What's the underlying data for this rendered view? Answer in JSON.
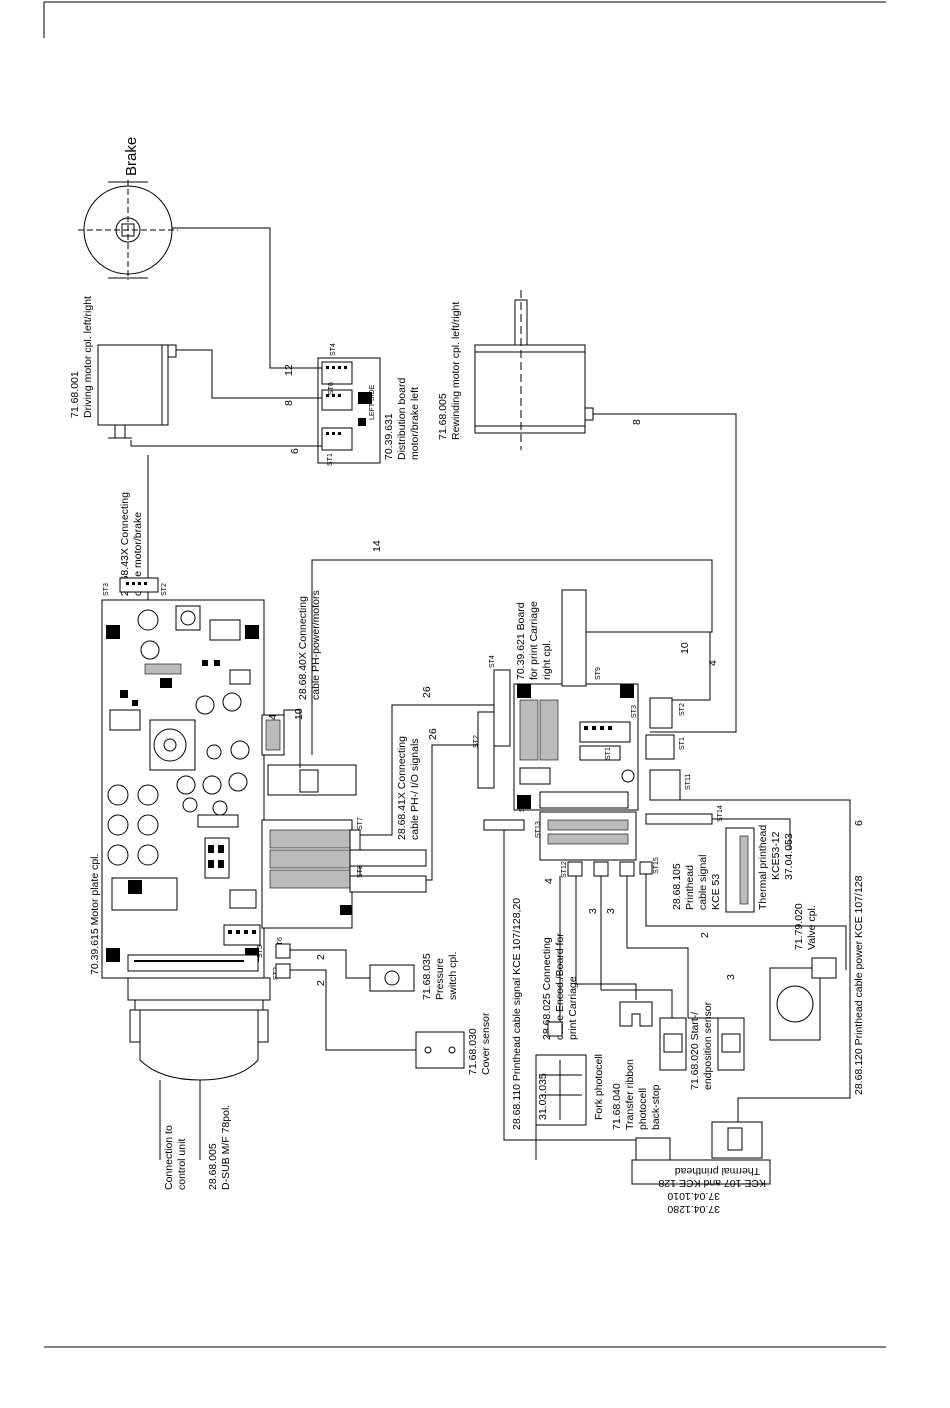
{
  "frame": {
    "top_line": true,
    "bottom_line": true
  },
  "labels": {
    "brake": "Brake",
    "driving_motor": [
      "71.68.001",
      "Driving motor cpl. left/right"
    ],
    "distribution_board": [
      "70.39.631",
      "Distribution board",
      "motor/brake left"
    ],
    "rewinding_motor": [
      "71.68.005",
      "Rewinding motor cpl. left/right"
    ],
    "cable_motor_brake": [
      "28.68.43X Connecting",
      "cable motor/brake"
    ],
    "cable_ph_power": [
      "28.68.40X Connecting",
      "cable PH-power/motors"
    ],
    "board_print_carriage": [
      "70.39.621 Board",
      "for print Carriage",
      "right cpl."
    ],
    "cable_ph_io": [
      "28.68.41X Connecting",
      "cable PH-/ I/O signals"
    ],
    "motor_plate": "70.39.615 Motor plate cpl.",
    "pressure_switch": [
      "71.68.035",
      "Pressure",
      "switch cpl."
    ],
    "cover_sensor": [
      "71.68.030",
      "Cover sensor"
    ],
    "connection_control": [
      "Connection to",
      "control unit",
      "28.68.005",
      "D-SUB M/F 78pol."
    ],
    "printhead_signal_cable": "28.68.110 Printhead cable signal KCE 107/128,20",
    "cable_encod": [
      "28.68.025 Connecting",
      "cable Encod./Board for",
      "print Carriage"
    ],
    "fork_photocell": [
      "31.03.035",
      "Fork photocell"
    ],
    "transfer_ribbon": [
      "71.68.040",
      "Transfer ribbon",
      "photocell",
      "back-stop"
    ],
    "start_endposition": [
      "71.68.020 Start-/",
      "endposition sensor"
    ],
    "kce53_cable": [
      "28.68.105",
      "Printhead",
      "cable signal",
      "KCE 53"
    ],
    "thermal_kce53": [
      "Thermal printhead",
      "KCE53-12",
      "37.04.053"
    ],
    "valve": [
      "71.79.020",
      "Valve cpl."
    ],
    "printhead_power_cable": "28.68.120 Printhead cable power KCE 107/128",
    "thermal_kce107": [
      "Thermal printhead",
      "KCE 107 and KCE 128",
      "37.04.1010",
      "37.04.1280"
    ]
  },
  "wire_counts": [
    "12",
    "8",
    "6",
    "14",
    "10",
    "4",
    "26",
    "26",
    "4",
    "10",
    "8",
    "6",
    "2",
    "2",
    "3",
    "4",
    "3",
    "3",
    "2",
    "3"
  ],
  "connectors": [
    "ST4",
    "ST6",
    "ST1",
    "ST3",
    "ST2",
    "ST4",
    "ST2",
    "ST3",
    "ST1",
    "ST3",
    "ST9",
    "ST2",
    "ST1",
    "ST11",
    "ST13",
    "ST14",
    "ST12",
    "ST15",
    "ST7",
    "ST8",
    "ST5",
    "ST4",
    "ST6",
    "ST5",
    "ST2",
    "LEFT SIDE"
  ]
}
